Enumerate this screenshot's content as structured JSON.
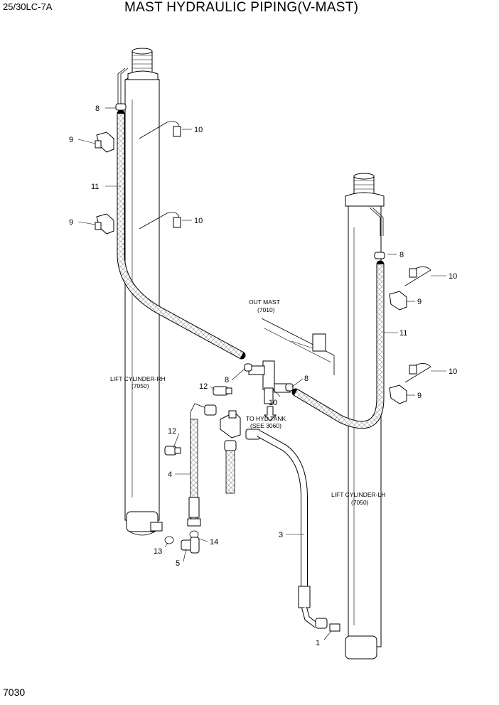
{
  "header": {
    "model": "25/30LC-7A",
    "title": "MAST HYDRAULIC PIPING(V-MAST)"
  },
  "footer": {
    "page_number": "7030"
  },
  "annotations": {
    "lift_cylinder_rh": {
      "name": "LIFT CYLINDER-RH",
      "ref": "(7050)"
    },
    "lift_cylinder_lh": {
      "name": "LIFT CYLINDER-LH",
      "ref": "(7050)"
    },
    "out_mast": {
      "name": "OUT MAST",
      "ref": "(7010)"
    },
    "hyd_tank": {
      "name": "TO HYD TANK",
      "ref": "(SEE 3060)"
    }
  },
  "callouts": {
    "c8a": "8",
    "c9a": "9",
    "c10a": "10",
    "c11a": "11",
    "c9b": "9",
    "c10b": "10",
    "c8b": "8",
    "c12a": "12",
    "c8c": "8",
    "c10c": "10",
    "c12b": "12",
    "c4": "4",
    "c13": "13",
    "c14": "14",
    "c5": "5",
    "c3": "3",
    "c1": "1",
    "c8d": "8",
    "c10d": "10",
    "c9c": "9",
    "c11b": "11",
    "c10e": "10",
    "c9d": "9"
  }
}
